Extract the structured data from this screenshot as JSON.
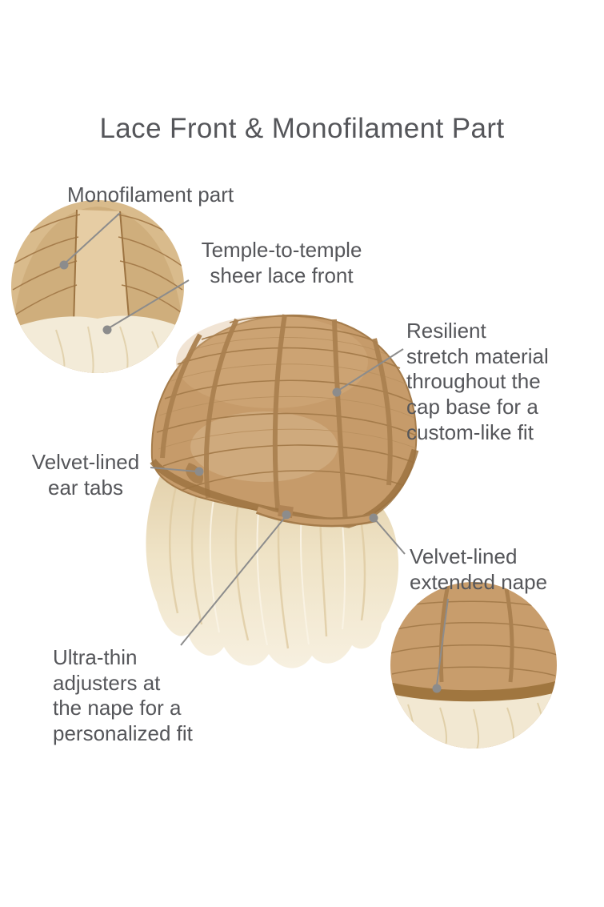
{
  "title": "Lace Front & Monofilament Part",
  "callouts": {
    "monofilament": "Monofilament part",
    "lace_front": "Temple-to-temple\nsheer lace front",
    "stretch_material": "Resilient\nstretch material\nthroughout the\ncap base for a\ncustom-like fit",
    "ear_tabs": "Velvet-lined\near tabs",
    "extended_nape": "Velvet-lined\nextended nape",
    "adjusters": "Ultra-thin\nadjusters at\nthe nape for a\npersonalized fit"
  },
  "colors": {
    "background": "#ffffff",
    "text": "#55565a",
    "leader_line": "#8c8c8c",
    "cap_base": "#c69b6a",
    "cap_band": "#a57c4b",
    "hair": "#f0e6cf"
  }
}
